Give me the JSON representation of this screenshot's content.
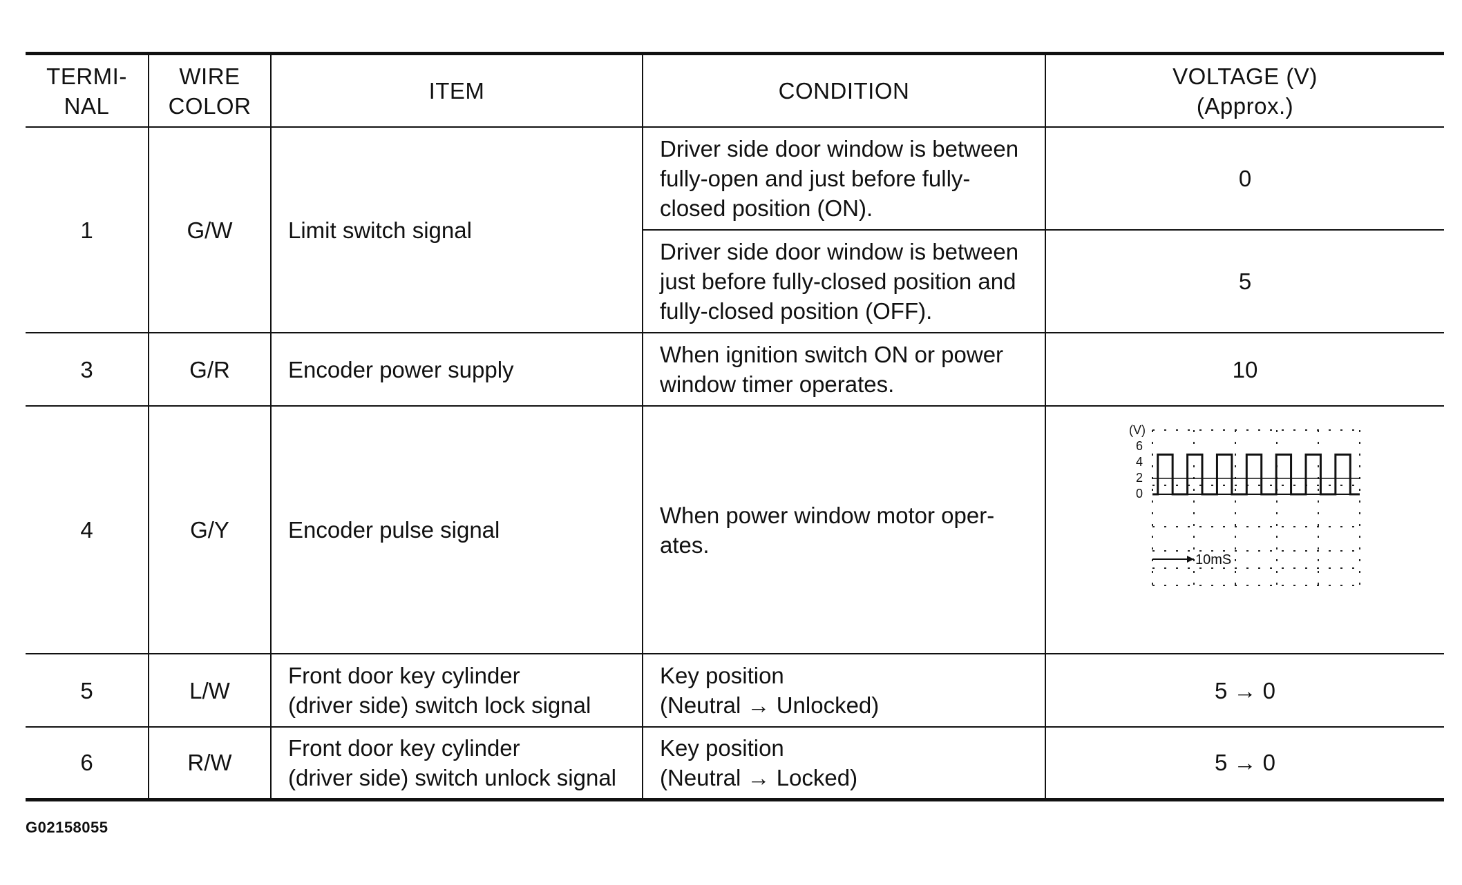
{
  "header": {
    "terminal_line1": "TERMI-",
    "terminal_line2": "NAL",
    "wire_line1": "WIRE",
    "wire_line2": "COLOR",
    "item": "ITEM",
    "condition": "CONDITION",
    "voltage_line1": "VOLTAGE (V)",
    "voltage_line2": "(Approx.)"
  },
  "rows": [
    {
      "terminal": "1",
      "wire": "G/W",
      "item": "Limit switch signal",
      "conditions": [
        {
          "lines": [
            "Driver side door window is between",
            "fully-open and just before fully-",
            "closed position (ON)."
          ],
          "voltage": "0"
        },
        {
          "lines": [
            "Driver side door window is between",
            "just before fully-closed position and",
            "fully-closed position (OFF)."
          ],
          "voltage": "5"
        }
      ]
    },
    {
      "terminal": "3",
      "wire": "G/R",
      "item": "Encoder power supply",
      "condition_lines": [
        "When ignition switch ON or power",
        "window timer operates."
      ],
      "voltage": "10"
    },
    {
      "terminal": "4",
      "wire": "G/Y",
      "item": "Encoder pulse signal",
      "condition_lines": [
        "When power window motor oper-",
        "ates."
      ],
      "waveform": {
        "y_unit": "(V)",
        "y_ticks": [
          "6",
          "4",
          "2",
          "0"
        ],
        "time_label": "10mS",
        "high_level_v": 5,
        "low_level_v": 0,
        "pulse_count": 7
      }
    },
    {
      "terminal": "5",
      "wire": "L/W",
      "item_lines": [
        "Front door key cylinder",
        "(driver side) switch lock signal"
      ],
      "condition_lines": [
        "Key position",
        "(Neutral → Unlocked)"
      ],
      "voltage": "5 → 0"
    },
    {
      "terminal": "6",
      "wire": "R/W",
      "item_lines": [
        "Front door key cylinder",
        "(driver side) switch unlock signal"
      ],
      "condition_lines": [
        "Key position",
        "(Neutral → Locked)"
      ],
      "voltage": "5 → 0"
    }
  ],
  "footer_code": "G02158055"
}
